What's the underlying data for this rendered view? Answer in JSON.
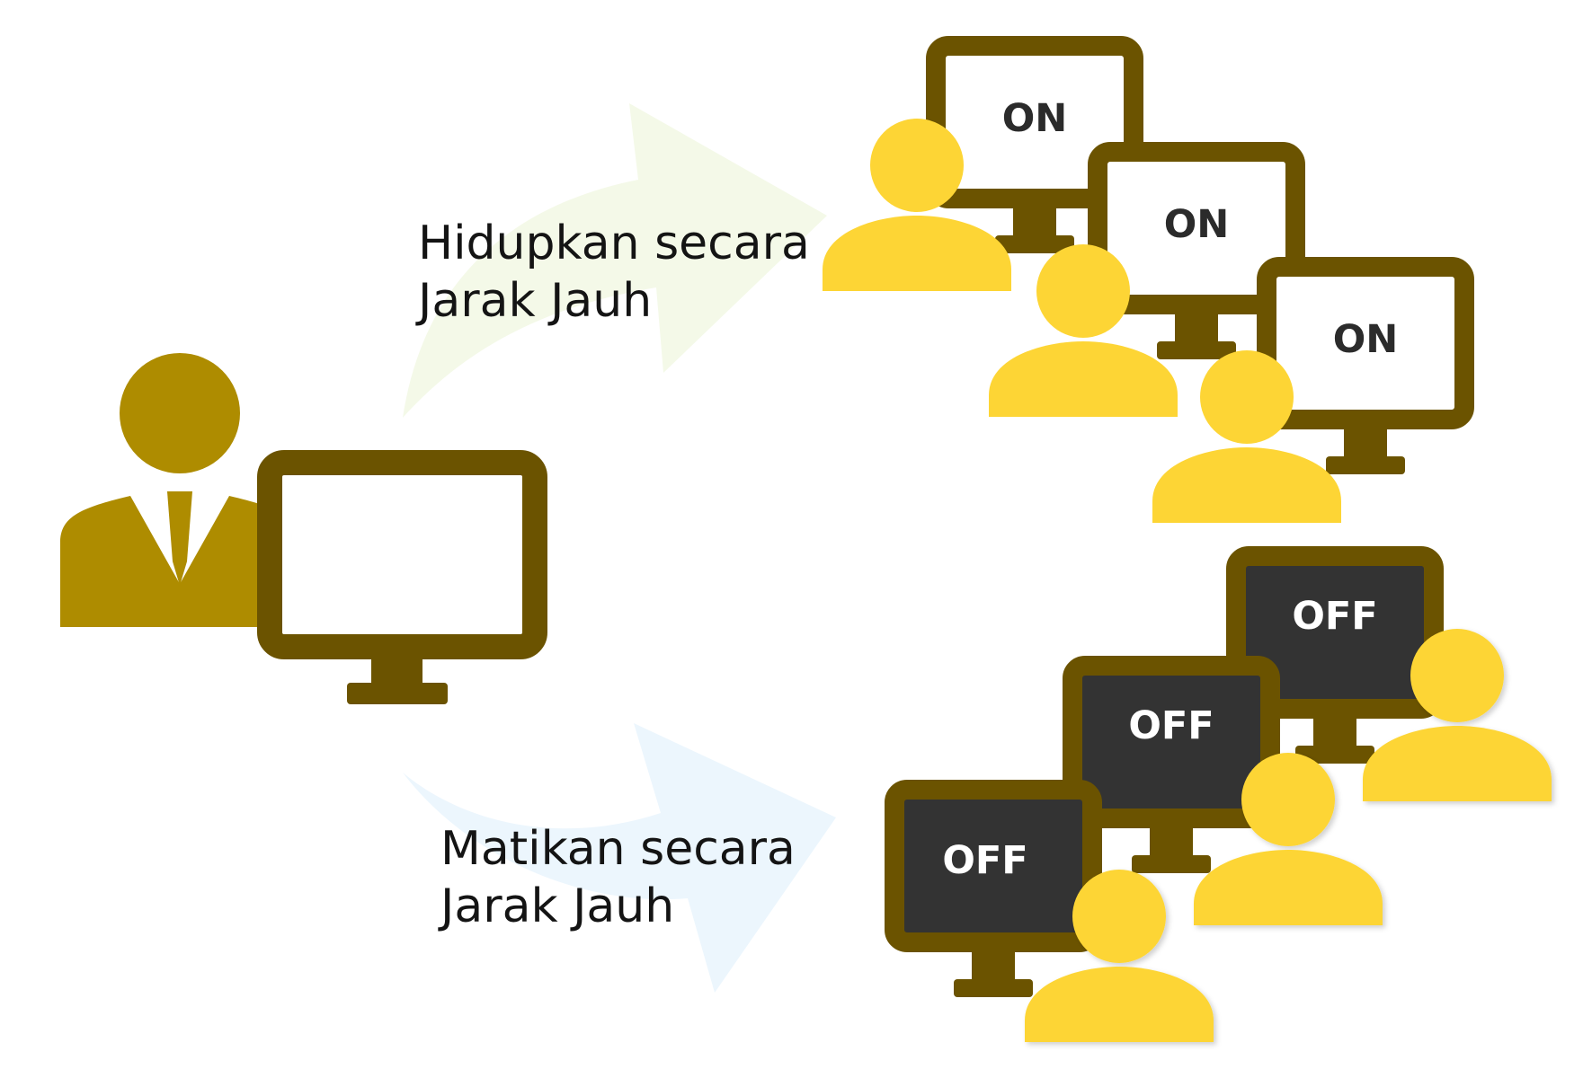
{
  "labels": {
    "power_on_line1": "Hidupkan secara",
    "power_on_line2": "Jarak Jauh",
    "power_off_line1": "Matikan secara",
    "power_off_line2": "Jarak Jauh"
  },
  "screen_text": {
    "on": "ON",
    "off": "OFF"
  },
  "icons": {
    "admin": "admin-person-icon",
    "admin_monitor": "monitor-icon",
    "client_user": "user-icon",
    "client_monitor": "monitor-icon"
  },
  "colors": {
    "monitor_frame": "#6b5300",
    "admin_person": "#ae8c00",
    "client_user": "#fdd535",
    "screen_off": "#333333",
    "arrow_on": "#f4f9e8",
    "arrow_off": "#ecf6fd"
  }
}
